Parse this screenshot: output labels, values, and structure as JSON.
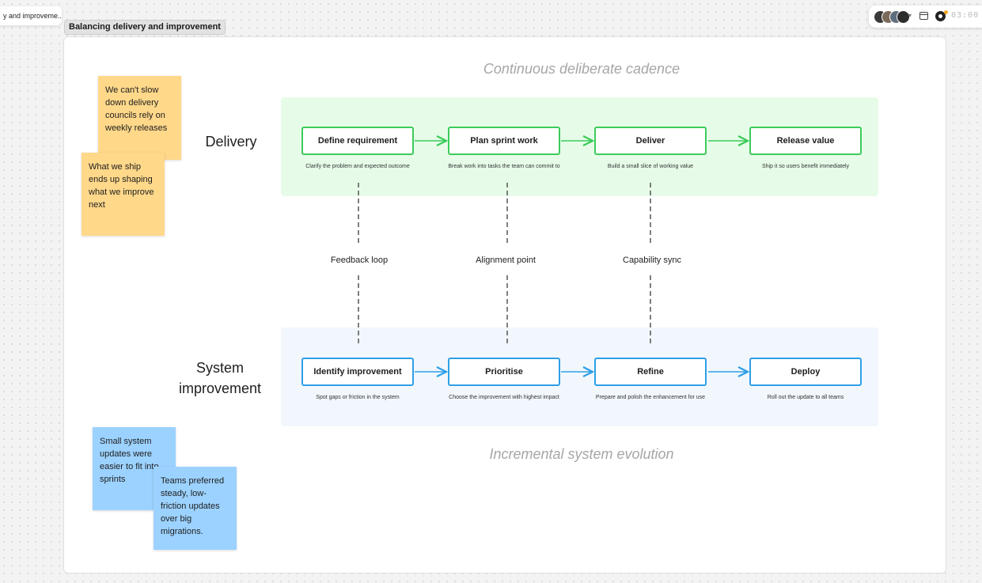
{
  "tab": {
    "title": "y and improveme..."
  },
  "frame": {
    "label": "Balancing delivery and improvement"
  },
  "toolbar": {
    "timer": "03:00"
  },
  "cadence": {
    "top": "Continuous deliberate cadence",
    "bottom": "Incremental system evolution"
  },
  "lanes": {
    "delivery": "Delivery",
    "system": "System improvement"
  },
  "delivery_steps": [
    {
      "label": "Define requirement",
      "desc": "Clarify the problem and expected outcome"
    },
    {
      "label": "Plan sprint work",
      "desc": "Break work into tasks the team can commit to"
    },
    {
      "label": "Deliver",
      "desc": "Build a small slice of working value"
    },
    {
      "label": "Release value",
      "desc": "Ship it so users benefit immediately"
    }
  ],
  "system_steps": [
    {
      "label": "Identify improvement",
      "desc": "Spot gaps or friction in the system"
    },
    {
      "label": "Prioritise",
      "desc": "Choose the improvement with highest impact"
    },
    {
      "label": "Refine",
      "desc": "Prepare and polish the enhancement for use"
    },
    {
      "label": "Deploy",
      "desc": "Roll out the update to all teams"
    }
  ],
  "connectors": [
    "Feedback loop",
    "Alignment point",
    "Capability sync"
  ],
  "stickies": {
    "yellow_1": "We can't slow down delivery councils rely on weekly releases",
    "yellow_2": "What we ship ends up shaping what we improve next",
    "blue_1": "Small system updates were easier to fit into sprints",
    "blue_2": "Teams preferred steady, low-friction updates over big migrations."
  },
  "colors": {
    "delivery_accent": "#3ccb5a",
    "system_accent": "#2f9fe6",
    "sticky_yellow": "#ffd88a",
    "sticky_blue": "#9cd2ff"
  },
  "icons": {
    "collaborators": "avatar-stack-icon",
    "layout": "layout-icon",
    "timer": "timer-icon"
  }
}
